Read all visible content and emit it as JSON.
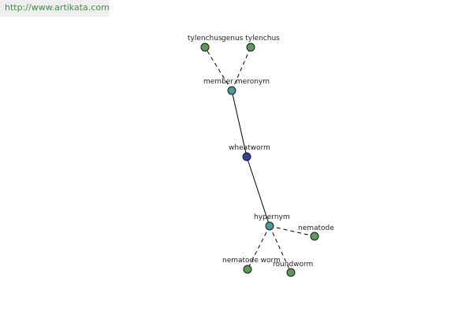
{
  "site": {
    "url_text": "http://www.artikata.com"
  },
  "graph": {
    "nodes": {
      "tylenchus": {
        "label": "tylenchus",
        "type": "leaf"
      },
      "genus_tylenchus": {
        "label": "genus tylenchus",
        "type": "leaf"
      },
      "member_meronym": {
        "label": "member meronym",
        "type": "relation"
      },
      "wheatworm": {
        "label": "wheatworm",
        "type": "focus"
      },
      "hypernym": {
        "label": "hypernym",
        "type": "relation"
      },
      "nematode": {
        "label": "nematode",
        "type": "leaf"
      },
      "nematode_worm": {
        "label": "nematode worm",
        "type": "leaf"
      },
      "roundworm": {
        "label": "roundworm",
        "type": "leaf"
      }
    },
    "edges": [
      {
        "from": "wheatworm",
        "to": "member_meronym",
        "style": "solid"
      },
      {
        "from": "wheatworm",
        "to": "hypernym",
        "style": "solid"
      },
      {
        "from": "member_meronym",
        "to": "tylenchus",
        "style": "dashed"
      },
      {
        "from": "member_meronym",
        "to": "genus_tylenchus",
        "style": "dashed"
      },
      {
        "from": "hypernym",
        "to": "nematode",
        "style": "dashed"
      },
      {
        "from": "hypernym",
        "to": "nematode_worm",
        "style": "dashed"
      },
      {
        "from": "hypernym",
        "to": "roundworm",
        "style": "dashed"
      }
    ]
  },
  "colors": {
    "leaf": "#5a9a5a",
    "relation": "#4a9a9a",
    "focus": "#3a3f9a",
    "url_text": "#3f8f3f",
    "url_bar_bg": "#efefef"
  }
}
